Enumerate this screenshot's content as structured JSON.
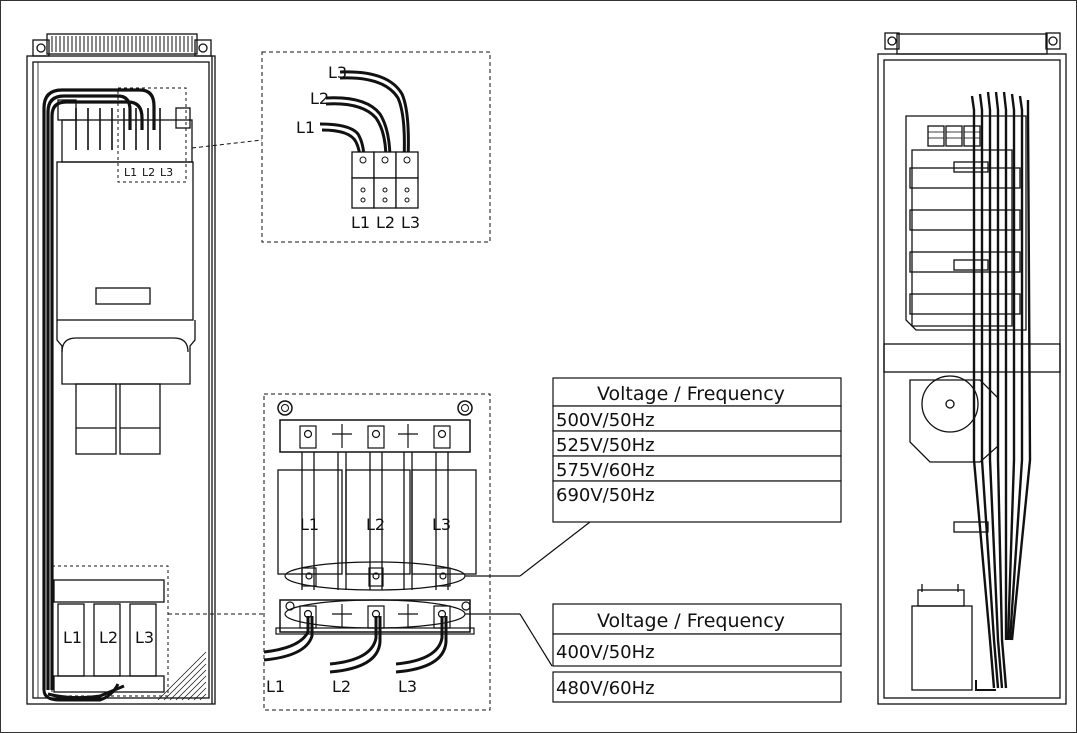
{
  "phases": [
    "L1",
    "L2",
    "L3"
  ],
  "table_upper": {
    "header": "Voltage / Frequency",
    "rows": [
      "500V/50Hz",
      "525V/50Hz",
      "575V/60Hz",
      "690V/50Hz"
    ]
  },
  "table_lower": {
    "header": "Voltage / Frequency",
    "rows": [
      "400V/50Hz",
      "480V/60Hz"
    ]
  },
  "colors": {
    "line": "#111111",
    "paper": "#ffffff"
  }
}
